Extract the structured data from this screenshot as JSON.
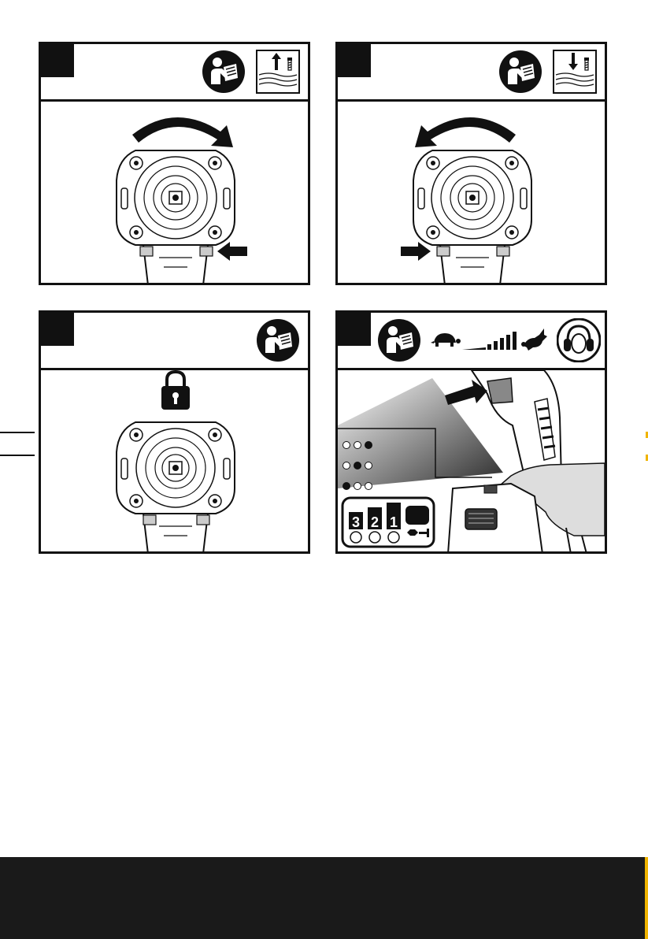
{
  "panels": [
    {
      "id": "forward-rotation",
      "header_icons": [
        "read-manual-icon",
        "screw-out-icon"
      ]
    },
    {
      "id": "reverse-rotation",
      "header_icons": [
        "read-manual-icon",
        "screw-in-icon"
      ]
    },
    {
      "id": "lock-position",
      "header_icons": [
        "read-manual-icon"
      ]
    },
    {
      "id": "speed-selection",
      "header_icons": [
        "read-manual-icon",
        "turtle-icon",
        "speed-bars-icon",
        "rabbit-icon",
        "ear-protection-icon"
      ]
    }
  ],
  "speed_panel": {
    "indicator_rows": [
      {
        "dots": [
          false,
          false,
          true
        ]
      },
      {
        "dots": [
          false,
          true,
          false
        ]
      },
      {
        "dots": [
          true,
          false,
          false
        ]
      }
    ],
    "mode_labels": [
      "3",
      "2",
      "1"
    ]
  },
  "colors": {
    "ink": "#111111",
    "footer": "#1a1a1a",
    "accent": "#f0b400"
  }
}
